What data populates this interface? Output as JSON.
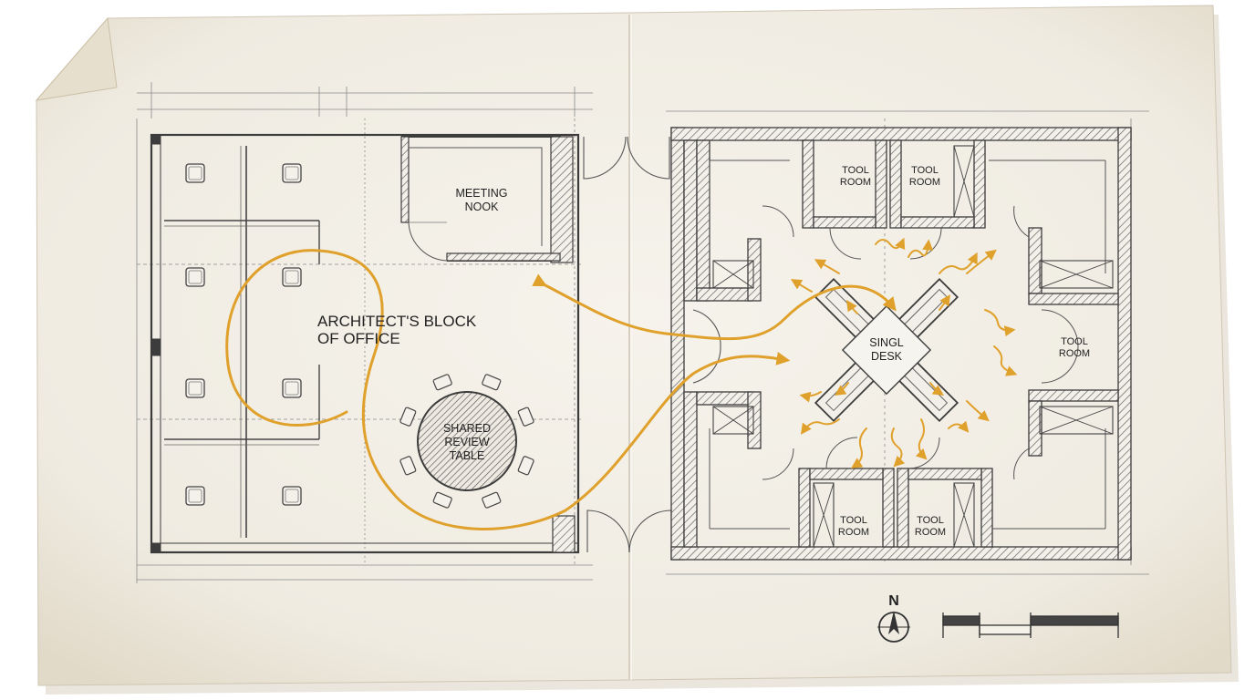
{
  "labels": {
    "meeting_nook": [
      "MEETING",
      "NOOK"
    ],
    "architects_block": [
      "ARCHITECT'S BLOCK",
      "OF OFFICE"
    ],
    "shared_review_table": [
      "SHARED",
      "REVIEW",
      "TABLE"
    ],
    "single_desk": [
      "SINGL",
      "DESK"
    ],
    "tool_room": [
      "TOOL",
      "ROOM"
    ],
    "north": "N"
  },
  "colors": {
    "paper": "#f1ede4",
    "ink": "#4a4a4a",
    "accent": "#e0a12c"
  }
}
